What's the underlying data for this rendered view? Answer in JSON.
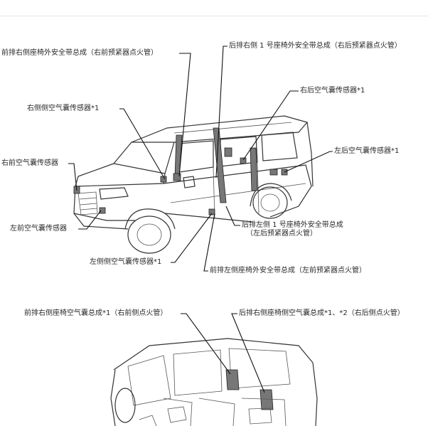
{
  "labels": {
    "front_right_belt": "前排右侧座椅外安全带总成（右前预紧器点火管）",
    "rear_right_belt": "后排右侧 1 号座椅外安全带总成（右后预紧器点火管）",
    "right_rear_airbag_sensor": "右后空气囊传感器*1",
    "right_side_airbag_sensor": "右侧侧空气囊传感器*1",
    "left_rear_airbag_sensor": "左后空气囊传感器*1",
    "right_front_airbag_sensor": "右前空气囊传感器",
    "left_front_airbag_sensor": "左前空气囊传感器",
    "rear_left_belt_line1": "后排左侧 1 号座椅外安全带总成",
    "rear_left_belt_line2": "（左后预紧器点火管）",
    "left_side_airbag_sensor": "左侧侧空气囊传感器*1",
    "front_left_belt": "前排左侧座椅外安全带总成（左前预紧器点火管）",
    "front_right_seat_airbag": "前排右侧座椅空气囊总成*1（右前侧点火管）",
    "rear_right_seat_side_airbag": "后排右侧座椅侧空气囊总成*1、*2（右后侧点火管）"
  }
}
